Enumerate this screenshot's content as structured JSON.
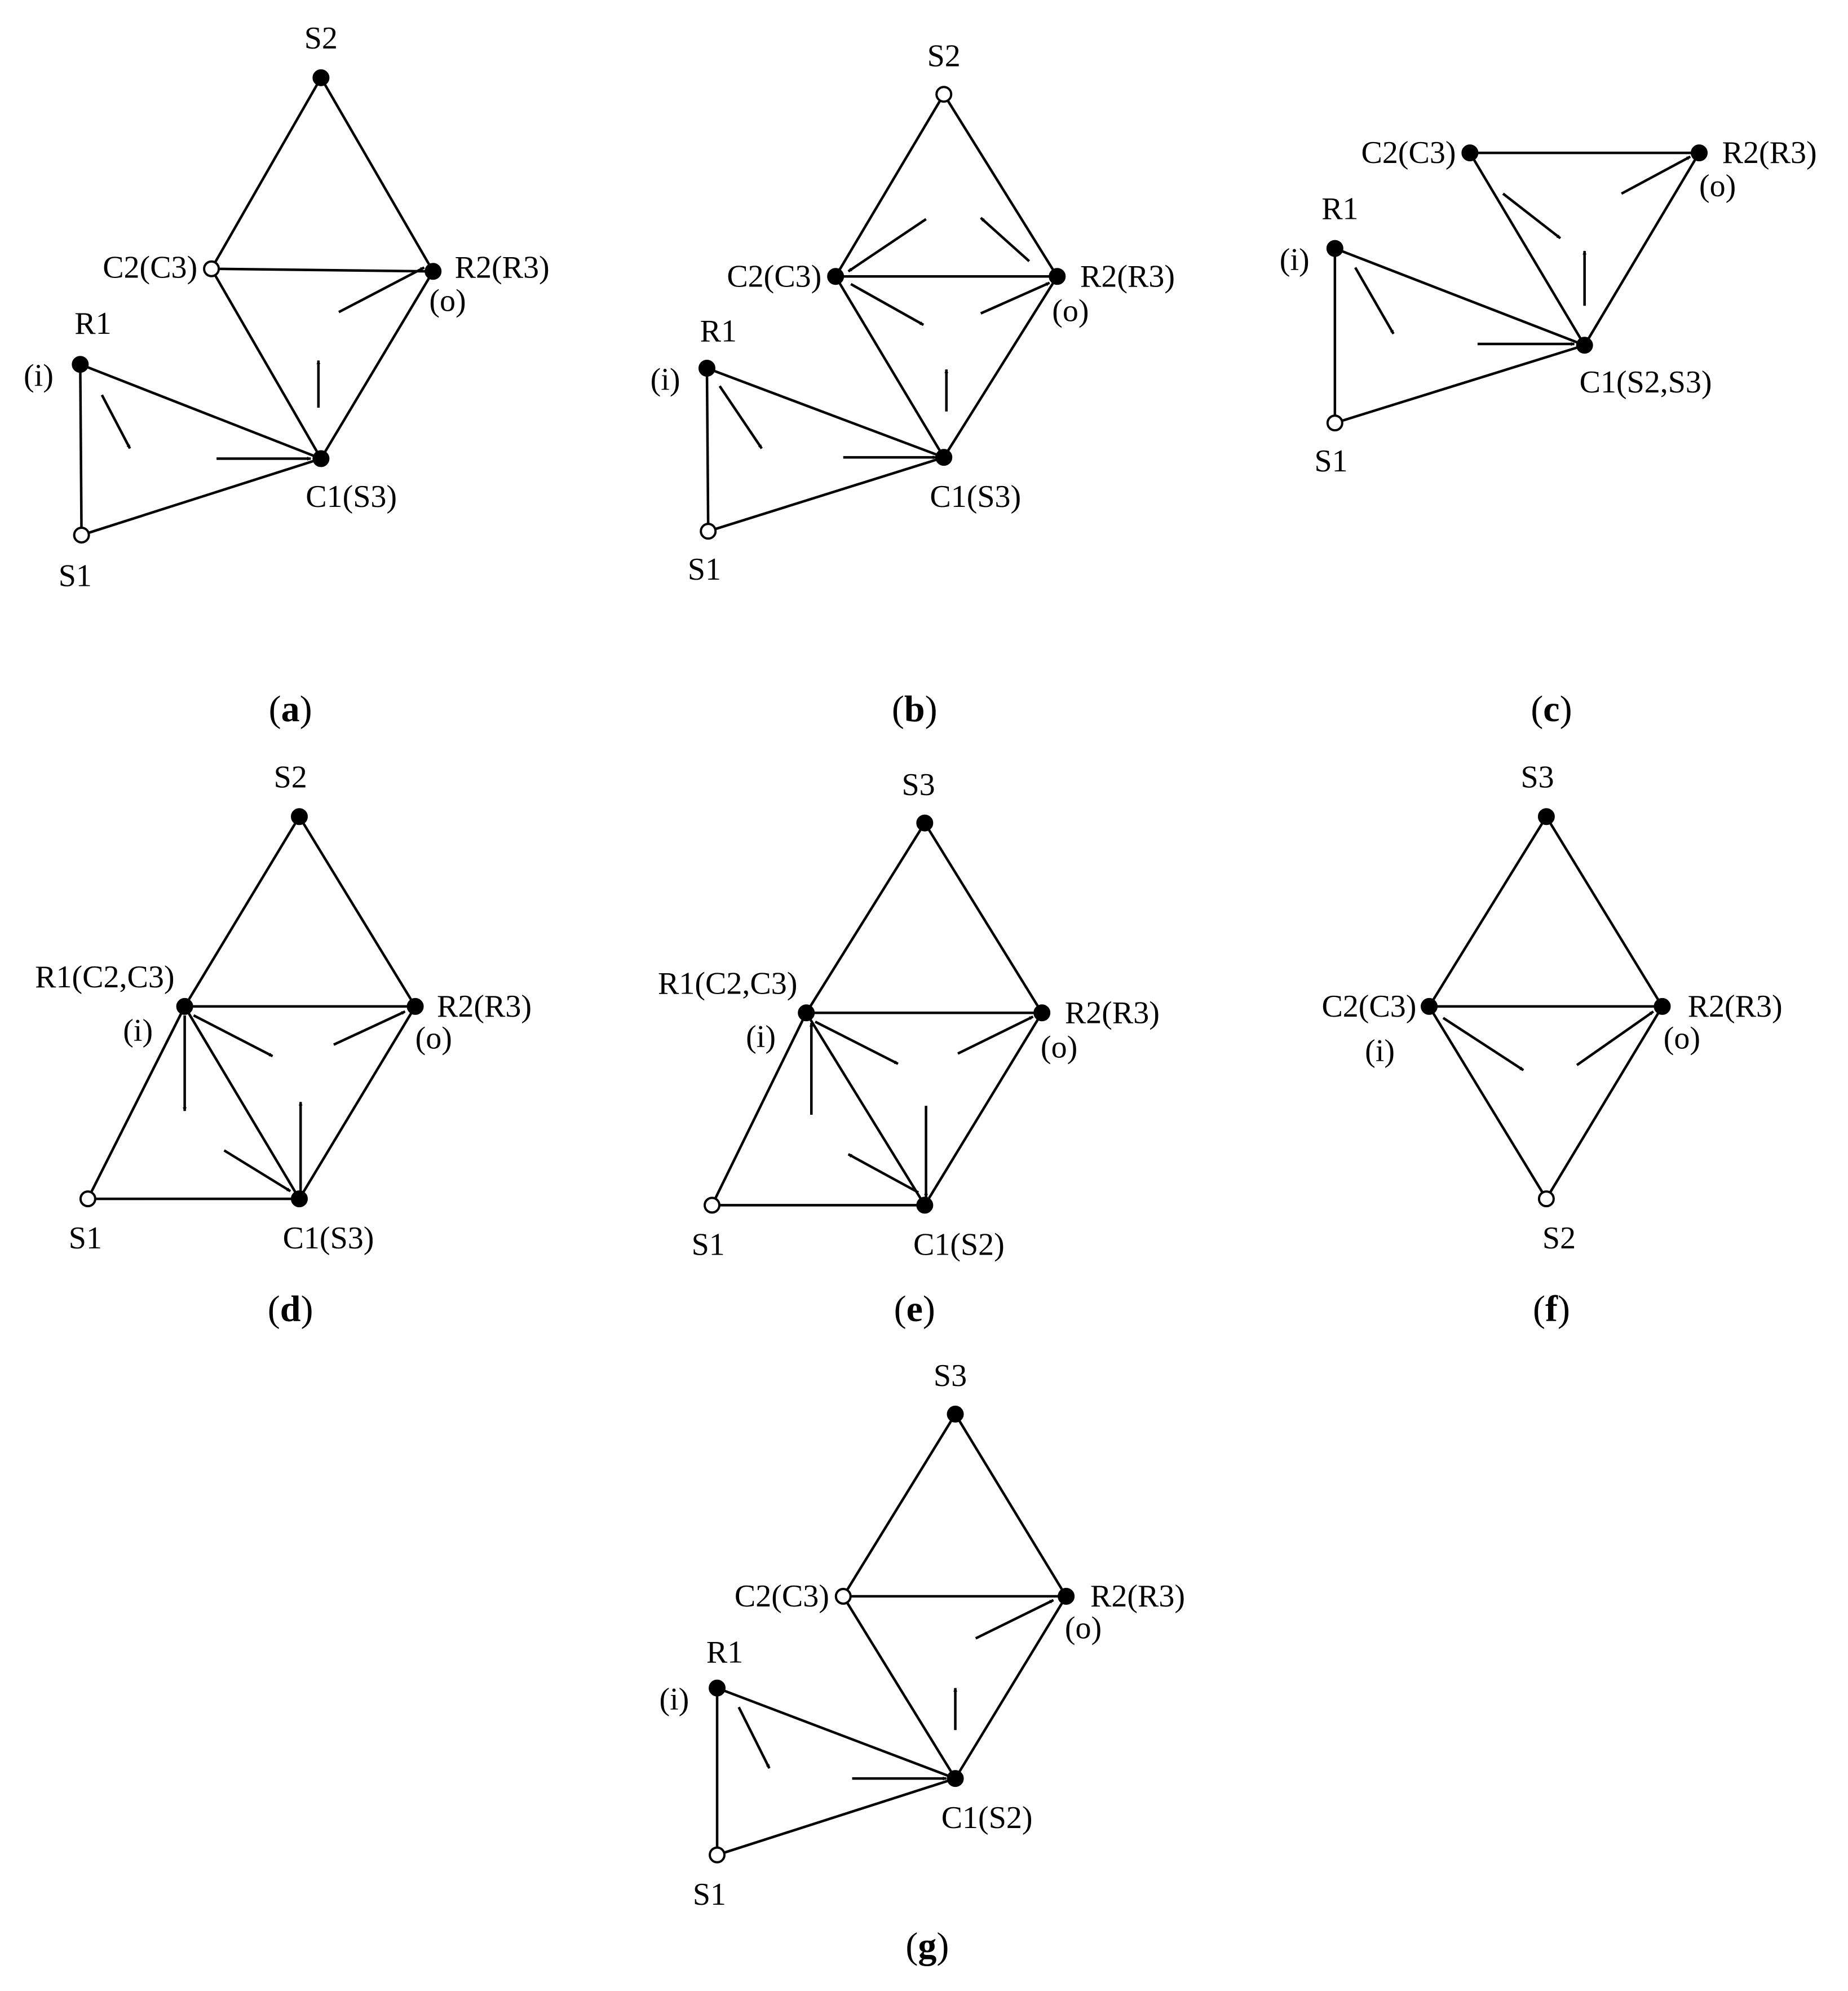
{
  "panels": [
    {
      "id": "a",
      "caption": {
        "open": "(",
        "letter": "a",
        "close": ")"
      },
      "nodes": [
        {
          "id": "S2",
          "filled": true,
          "labels": [
            "S2"
          ]
        },
        {
          "id": "C2",
          "filled": false,
          "labels": [
            "C2(C3)"
          ]
        },
        {
          "id": "R2",
          "filled": true,
          "labels": [
            "R2(R3)",
            "(o)"
          ]
        },
        {
          "id": "R1",
          "filled": true,
          "labels": [
            "R1",
            "(i)"
          ]
        },
        {
          "id": "C1",
          "filled": true,
          "labels": [
            "C1(S3)"
          ]
        },
        {
          "id": "S1",
          "filled": false,
          "labels": [
            "S1"
          ]
        }
      ]
    },
    {
      "id": "b",
      "caption": {
        "open": "(",
        "letter": "b",
        "close": ")"
      },
      "nodes": [
        {
          "id": "S2",
          "filled": false,
          "labels": [
            "S2"
          ]
        },
        {
          "id": "C2",
          "filled": true,
          "labels": [
            "C2(C3)"
          ]
        },
        {
          "id": "R2",
          "filled": true,
          "labels": [
            "R2(R3)",
            "(o)"
          ]
        },
        {
          "id": "R1",
          "filled": true,
          "labels": [
            "R1",
            "(i)"
          ]
        },
        {
          "id": "C1",
          "filled": true,
          "labels": [
            "C1(S3)"
          ]
        },
        {
          "id": "S1",
          "filled": false,
          "labels": [
            "S1"
          ]
        }
      ]
    },
    {
      "id": "c",
      "caption": {
        "open": "(",
        "letter": "c",
        "close": ")"
      },
      "nodes": [
        {
          "id": "C2",
          "filled": true,
          "labels": [
            "C2(C3)"
          ]
        },
        {
          "id": "R2",
          "filled": true,
          "labels": [
            "R2(R3)",
            "(o)"
          ]
        },
        {
          "id": "R1",
          "filled": true,
          "labels": [
            "R1",
            "(i)"
          ]
        },
        {
          "id": "C1",
          "filled": true,
          "labels": [
            "C1(S2,S3)"
          ]
        },
        {
          "id": "S1",
          "filled": false,
          "labels": [
            "S1"
          ]
        }
      ]
    },
    {
      "id": "d",
      "caption": {
        "open": "(",
        "letter": "d",
        "close": ")"
      },
      "nodes": [
        {
          "id": "S2",
          "filled": true,
          "labels": [
            "S2"
          ]
        },
        {
          "id": "R1",
          "filled": true,
          "labels": [
            "R1(C2,C3)",
            "(i)"
          ]
        },
        {
          "id": "R2",
          "filled": true,
          "labels": [
            "R2(R3)",
            "(o)"
          ]
        },
        {
          "id": "S1",
          "filled": false,
          "labels": [
            "S1"
          ]
        },
        {
          "id": "C1",
          "filled": true,
          "labels": [
            "C1(S3)"
          ]
        }
      ]
    },
    {
      "id": "e",
      "caption": {
        "open": "(",
        "letter": "e",
        "close": ")"
      },
      "nodes": [
        {
          "id": "S3",
          "filled": true,
          "labels": [
            "S3"
          ]
        },
        {
          "id": "R1",
          "filled": true,
          "labels": [
            "R1(C2,C3)",
            "(i)"
          ]
        },
        {
          "id": "R2",
          "filled": true,
          "labels": [
            "R2(R3)",
            "(o)"
          ]
        },
        {
          "id": "S1",
          "filled": false,
          "labels": [
            "S1"
          ]
        },
        {
          "id": "C1",
          "filled": true,
          "labels": [
            "C1(S2)"
          ]
        }
      ]
    },
    {
      "id": "f",
      "caption": {
        "open": "(",
        "letter": "f",
        "close": ")"
      },
      "nodes": [
        {
          "id": "S3",
          "filled": true,
          "labels": [
            "S3"
          ]
        },
        {
          "id": "C2",
          "filled": true,
          "labels": [
            "C2(C3)",
            "(i)"
          ]
        },
        {
          "id": "R2",
          "filled": true,
          "labels": [
            "R2(R3)",
            "(o)"
          ]
        },
        {
          "id": "S2",
          "filled": false,
          "labels": [
            "S2"
          ]
        }
      ]
    },
    {
      "id": "g",
      "caption": {
        "open": "(",
        "letter": "g",
        "close": ")"
      },
      "nodes": [
        {
          "id": "S3",
          "filled": true,
          "labels": [
            "S3"
          ]
        },
        {
          "id": "C2",
          "filled": false,
          "labels": [
            "C2(C3)"
          ]
        },
        {
          "id": "R2",
          "filled": true,
          "labels": [
            "R2(R3)",
            "(o)"
          ]
        },
        {
          "id": "R1",
          "filled": true,
          "labels": [
            "R1",
            "(i)"
          ]
        },
        {
          "id": "C1",
          "filled": true,
          "labels": [
            "C1(S2)"
          ]
        },
        {
          "id": "S1",
          "filled": false,
          "labels": [
            "S1"
          ]
        }
      ]
    }
  ]
}
